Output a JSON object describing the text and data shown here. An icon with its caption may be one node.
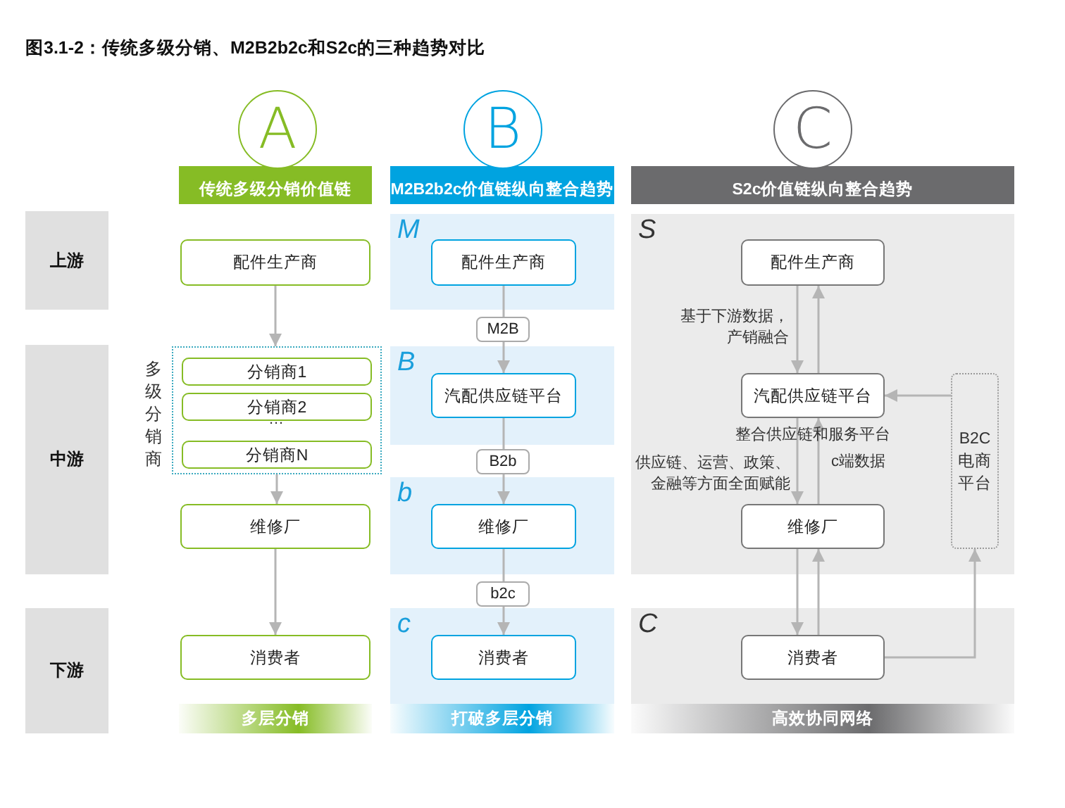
{
  "diagram": {
    "title": "图3.1-2：传统多级分销、M2B2b2c和S2c的三种趋势对比",
    "nodes": [
      {
        "text": [
          "上游"
        ]
      },
      {
        "text": [
          "中游"
        ]
      },
      {
        "text": [
          "下游"
        ]
      },
      {
        "text": [
          "A"
        ]
      },
      {
        "text": [
          "传统多级分销价值链"
        ]
      },
      {
        "text": [
          "配件生产商"
        ]
      },
      {
        "text": [],
        "shape": "box",
        "beside": [
          "多级分销商"
        ]
      },
      {
        "text": [
          "分销商1"
        ],
        "in": 6
      },
      {
        "text": [
          "分销商2"
        ],
        "in": 6
      },
      {
        "text": [
          "分销商N"
        ],
        "in": 6
      },
      {
        "text": [
          "维修厂"
        ]
      },
      {
        "text": [
          "消费者"
        ]
      },
      {
        "text": [
          "多层分销"
        ]
      },
      {
        "text": [
          "B"
        ]
      },
      {
        "text": [
          "M2B2b2c价值链纵向整合趋势"
        ]
      },
      {
        "text": [
          "M"
        ]
      },
      {
        "text": [
          "配件生产商"
        ],
        "in": 15
      },
      {
        "text": [
          "B"
        ]
      },
      {
        "text": [
          "汽配供应链平台"
        ],
        "in": 17
      },
      {
        "text": [
          "b"
        ]
      },
      {
        "text": [
          "维修厂"
        ],
        "in": 19
      },
      {
        "text": [
          "c"
        ]
      },
      {
        "text": [
          "消费者"
        ],
        "in": 21
      },
      {
        "text": [
          "打破多层分销"
        ]
      },
      {
        "text": [
          "C"
        ]
      },
      {
        "text": [
          "S2c价值链纵向整合趋势"
        ]
      },
      {
        "text": [
          "S"
        ]
      },
      {
        "text": [
          "配件生产商"
        ],
        "in": 26
      },
      {
        "text": [
          "汽配供应链平台"
        ],
        "in": 26,
        "beside": [
          "整合供应链和服务平台"
        ]
      },
      {
        "text": [
          "维修厂"
        ],
        "in": 26
      },
      {
        "text": [
          "B2C电商平台"
        ],
        "in": 26
      },
      {
        "text": [
          "C"
        ]
      },
      {
        "text": [
          "消费者"
        ],
        "in": 31
      },
      {
        "text": [
          "高效协同网络"
        ]
      }
    ],
    "edges": [
      {
        "from": 5,
        "to": 6,
        "arrow": "to"
      },
      {
        "from": 6,
        "to": 10,
        "arrow": "to"
      },
      {
        "from": 10,
        "to": 11,
        "arrow": "to"
      },
      {
        "from": 16,
        "to": 18,
        "arrow": "to",
        "label": "M2B"
      },
      {
        "from": 18,
        "to": 20,
        "arrow": "to",
        "label": "B2b"
      },
      {
        "from": 20,
        "to": 22,
        "arrow": "to",
        "label": "b2c"
      },
      {
        "from": 27,
        "to": 28,
        "arrow": "to",
        "label": "基于下游数据，产销融合"
      },
      {
        "from": 28,
        "to": 27,
        "arrow": "to"
      },
      {
        "from": 28,
        "to": 29,
        "arrow": "to",
        "label": "供应链、运营、政策、金融等方面全面赋能"
      },
      {
        "from": 29,
        "to": 28,
        "arrow": "to",
        "label": "c端数据"
      },
      {
        "from": 29,
        "to": 32,
        "arrow": "to"
      },
      {
        "from": 32,
        "to": 29,
        "arrow": "to"
      },
      {
        "from": 32,
        "to": 30,
        "arrow": "to"
      },
      {
        "from": 30,
        "to": 28,
        "arrow": "to"
      }
    ],
    "labels": [
      "…"
    ]
  }
}
